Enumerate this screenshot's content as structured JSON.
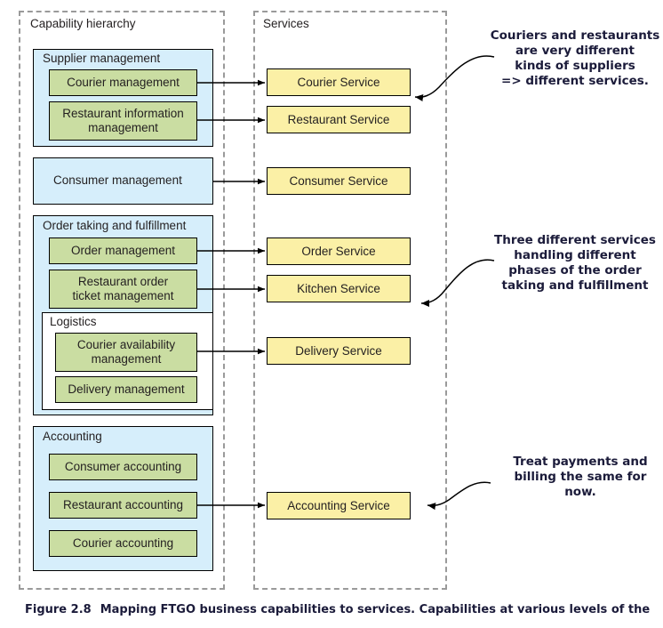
{
  "figure": {
    "number": "Figure 2.8",
    "caption": "Mapping FTGO business capabilities to services. Capabilities at various levels of the"
  },
  "lanes": [
    {
      "id": "capability-hierarchy",
      "title": "Capability hierarchy"
    },
    {
      "id": "services",
      "title": "Services"
    }
  ],
  "capability_groups": [
    {
      "id": "supplier-management",
      "label": "Supplier management",
      "children": [
        {
          "id": "courier-management",
          "label": "Courier management"
        },
        {
          "id": "restaurant-information-management",
          "label": "Restaurant information\nmanagement"
        }
      ]
    },
    {
      "id": "consumer-management",
      "label": "Consumer management",
      "children": []
    },
    {
      "id": "order-taking-and-fulfillment",
      "label": "Order taking and fulfillment",
      "children": [
        {
          "id": "order-management",
          "label": "Order management"
        },
        {
          "id": "restaurant-order-ticket-management",
          "label": "Restaurant order\nticket management"
        }
      ],
      "subgroup": {
        "id": "logistics",
        "label": "Logistics",
        "children": [
          {
            "id": "courier-availability-management",
            "label": "Courier availability\nmanagement"
          },
          {
            "id": "delivery-management",
            "label": "Delivery management"
          }
        ]
      }
    },
    {
      "id": "accounting",
      "label": "Accounting",
      "children": [
        {
          "id": "consumer-accounting",
          "label": "Consumer accounting"
        },
        {
          "id": "restaurant-accounting",
          "label": "Restaurant accounting"
        },
        {
          "id": "courier-accounting",
          "label": "Courier accounting"
        }
      ]
    }
  ],
  "services": [
    {
      "id": "courier-service",
      "label": "Courier Service"
    },
    {
      "id": "restaurant-service",
      "label": "Restaurant Service"
    },
    {
      "id": "consumer-service",
      "label": "Consumer Service"
    },
    {
      "id": "order-service",
      "label": "Order Service"
    },
    {
      "id": "kitchen-service",
      "label": "Kitchen Service"
    },
    {
      "id": "delivery-service",
      "label": "Delivery Service"
    },
    {
      "id": "accounting-service",
      "label": "Accounting Service"
    }
  ],
  "annotations": [
    {
      "id": "suppliers-note",
      "text": "Couriers and restaurants\nare very different\nkinds of suppliers\n=> different services."
    },
    {
      "id": "order-phases-note",
      "text": "Three different services\nhandling different\nphases of the order\ntaking and fulfillment"
    },
    {
      "id": "payments-note",
      "text": "Treat payments and\nbilling the same for now."
    }
  ],
  "colors": {
    "capability_group_fill": "#d6eefb",
    "capability_leaf_fill": "#cadda2",
    "service_fill": "#fbf0a6",
    "stroke": "#000000",
    "lane_border": "#9a9a9a",
    "annotation_text": "#1b1b3a"
  }
}
